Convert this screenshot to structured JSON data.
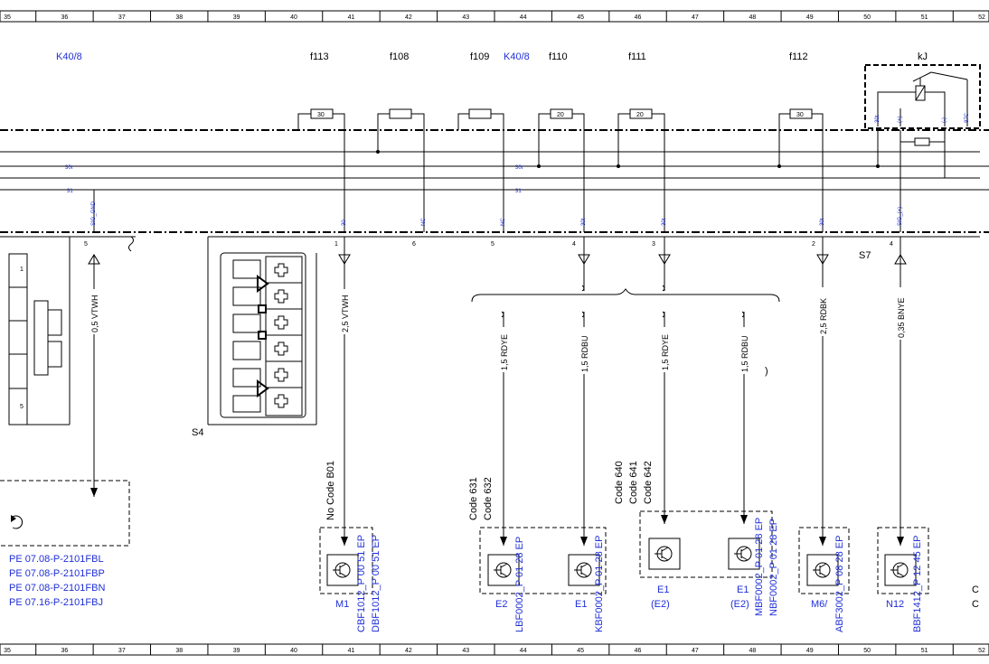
{
  "ruler": [
    "35",
    "36",
    "37",
    "38",
    "39",
    "40",
    "41",
    "42",
    "43",
    "44",
    "45",
    "46",
    "47",
    "48",
    "49",
    "50",
    "51",
    "52"
  ],
  "top_labels": {
    "k40_left": "K40/8",
    "k40_mid": "K40/8",
    "f113": "f113",
    "f108": "f108",
    "f109": "f109",
    "f110": "f110",
    "f111": "f111",
    "f112": "f112",
    "kj": "kJ"
  },
  "fuse_values": {
    "f113": "30",
    "f110": "20",
    "f111": "20",
    "f112": "30"
  },
  "relay_pins": {
    "p30": "30t",
    "pplus": "(+)",
    "pminus": "(-)",
    "p87": "87C"
  },
  "bus_labels": {
    "b30_left": "30t",
    "b31_left": "31",
    "b30_mid": "30t",
    "b31_mid": "31"
  },
  "pin_tags": {
    "sig_gnd": "SIG_GND",
    "s30_1": "30",
    "nc1": "NC",
    "nc2": "NC",
    "s30t_1": "30t",
    "s30t_2": "30t",
    "s30t_3": "30t",
    "sig_plus": "SIG_(+)"
  },
  "connector_pins": {
    "p5a": "5",
    "p1": "1",
    "p6": "6",
    "p5b": "5",
    "p4a": "4",
    "p3": "3",
    "p2": "2",
    "p4b": "4"
  },
  "connector_names": {
    "s4": "S4",
    "s7": "S7"
  },
  "side_pins": {
    "top": "1",
    "bottom": "5"
  },
  "wires": {
    "w1": "0,5 VTWH",
    "w2": "2,5 VTWH",
    "w3": "1,5 RDYE",
    "w4": "1,5 RDBU",
    "w5": "1,5 RDYE",
    "w6": "1,5 RDBU",
    "w7": "2,5 RDBK",
    "w8": "0,35 BNYE"
  },
  "codes": {
    "b01": "No Code B01",
    "c631": "Code 631",
    "c632": "Code 632",
    "c640": "Code 640",
    "c641": "Code 641",
    "c642": "Code 642"
  },
  "misc": {
    "paren": ")"
  },
  "refs": [
    "PE 07.08-P-2101FBL",
    "PE 07.08-P-2101FBP",
    "PE 07.08-P-2101FBN",
    "PE 07.16-P-2101FBJ"
  ],
  "ground_codes": {
    "m1a": "CBF1012_P 00 51 EP",
    "m1b": "DBF1012_P 00 51 EP",
    "e2": "LBF0002_P 01 28 EP",
    "e1": "KBF0002_P 01 28 EP",
    "e1b_a": "MBF0002_P 01 28 EP",
    "e1b_b": "NBF0002_P 01 28 EP",
    "m6": "ABF3002_P 08 28 EP",
    "n12": "BBF1412_P 12 45 EP"
  },
  "components": {
    "m1": "M1",
    "e2": "E2",
    "e1": "E1",
    "e1c": "E1",
    "e2c": "(E2)",
    "e1d": "E1",
    "e2d": "(E2)",
    "m6": "M6/",
    "n12": "N12"
  },
  "edge_letters": [
    "C",
    "C"
  ]
}
